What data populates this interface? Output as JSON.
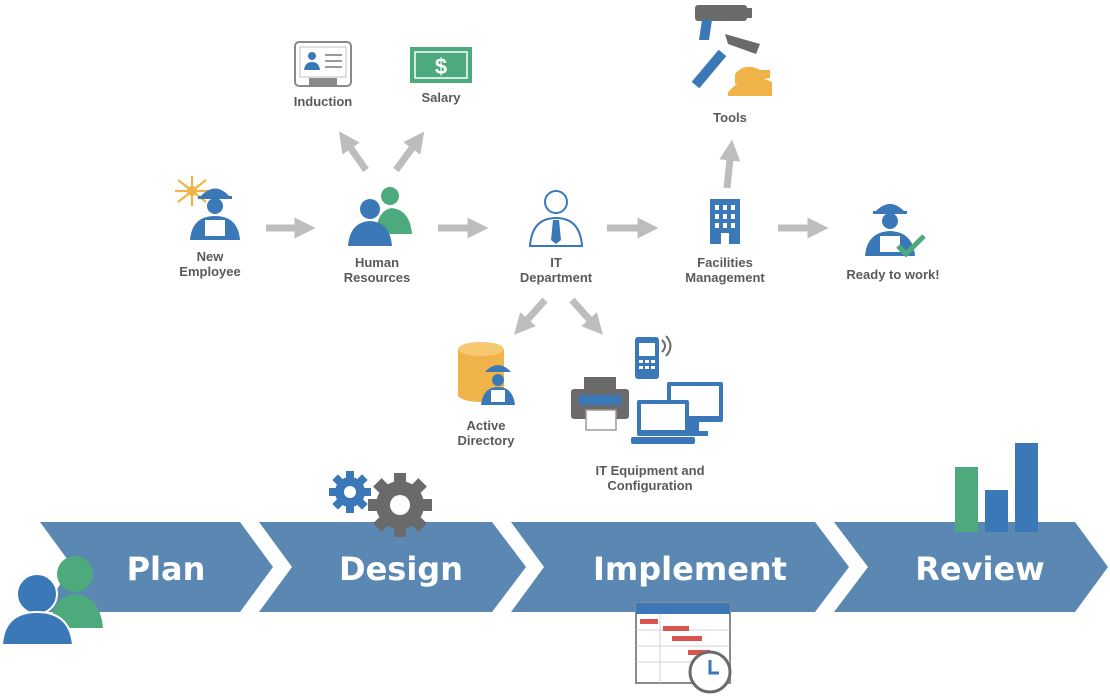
{
  "nodes": {
    "new_employee": {
      "line1": "New",
      "line2": "Employee"
    },
    "human_resources": {
      "line1": "Human",
      "line2": "Resources"
    },
    "it_department": {
      "line1": "IT",
      "line2": "Department"
    },
    "facilities": {
      "line1": "Facilities",
      "line2": "Management"
    },
    "ready": {
      "line1": "Ready to work!"
    },
    "induction": {
      "line1": "Induction"
    },
    "salary": {
      "line1": "Salary"
    },
    "tools": {
      "line1": "Tools"
    },
    "active_directory": {
      "line1": "Active",
      "line2": "Directory"
    },
    "it_equipment": {
      "line1": "IT Equipment and",
      "line2": "Configuration"
    }
  },
  "phases": [
    "Plan",
    "Design",
    "Implement",
    "Review"
  ],
  "colors": {
    "blue": "#3b78b8",
    "green": "#4daa7c",
    "orange": "#f0b34a",
    "gray": "#bdbdbd",
    "chevron": "#5b87b3",
    "text": "#5a5a5a"
  }
}
